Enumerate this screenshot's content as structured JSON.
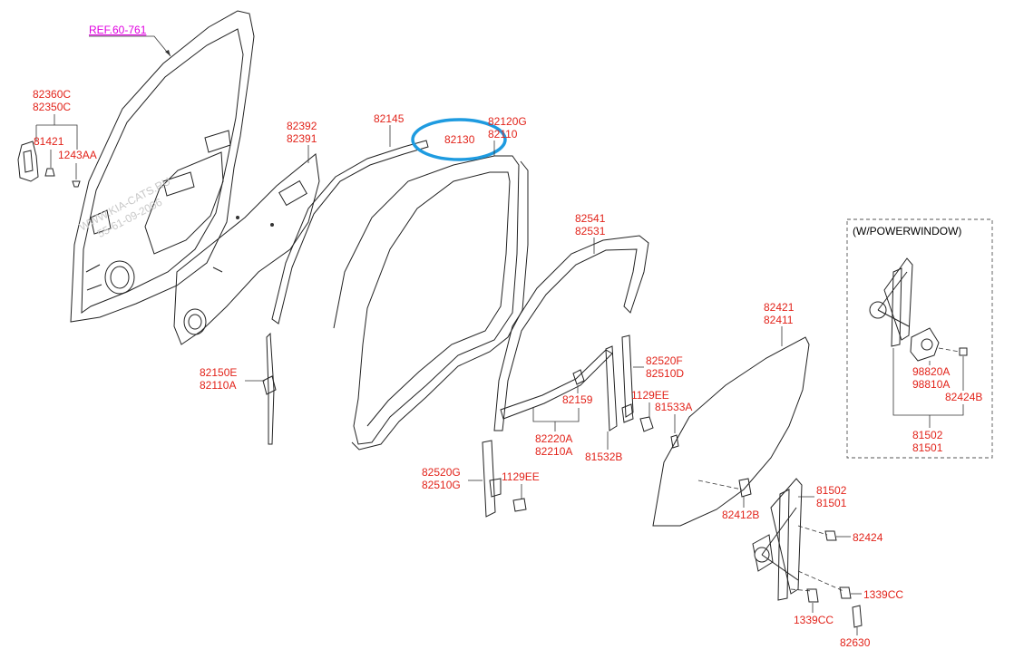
{
  "reference": "REF.60-761",
  "inset_title": "(W/POWERWINDOW)",
  "watermark": [
    "WWW.KIA-CATS.RU",
    "55-61-09-2006"
  ],
  "highlight_color": "#1e9be0",
  "label_color": "#e2231a",
  "labels": {
    "l82360C": "82360C",
    "l82350C": "82350C",
    "l81421": "81421",
    "l1243AA": "1243AA",
    "l82392": "82392",
    "l82391": "82391",
    "l82145": "82145",
    "l82120G": "82120G",
    "l82110": "82110",
    "l82130": "82130",
    "l82150E": "82150E",
    "l82110A": "82110A",
    "l82541": "82541",
    "l82531": "82531",
    "l82520F": "82520F",
    "l82510D": "82510D",
    "l82159": "82159",
    "l1129EE_a": "1129EE",
    "l81533A": "81533A",
    "l82220A": "82220A",
    "l82210A": "82210A",
    "l81532B": "81532B",
    "l82520G": "82520G",
    "l82510G": "82510G",
    "l1129EE_b": "1129EE",
    "l82421": "82421",
    "l82411": "82411",
    "l98820A": "98820A",
    "l98810A": "98810A",
    "l82424B": "82424B",
    "l81502_a": "81502",
    "l81501_a": "81501",
    "l81502_b": "81502",
    "l81501_b": "81501",
    "l82412B": "82412B",
    "l82424": "82424",
    "l1339CC_a": "1339CC",
    "l1339CC_b": "1339CC",
    "l82630": "82630"
  }
}
